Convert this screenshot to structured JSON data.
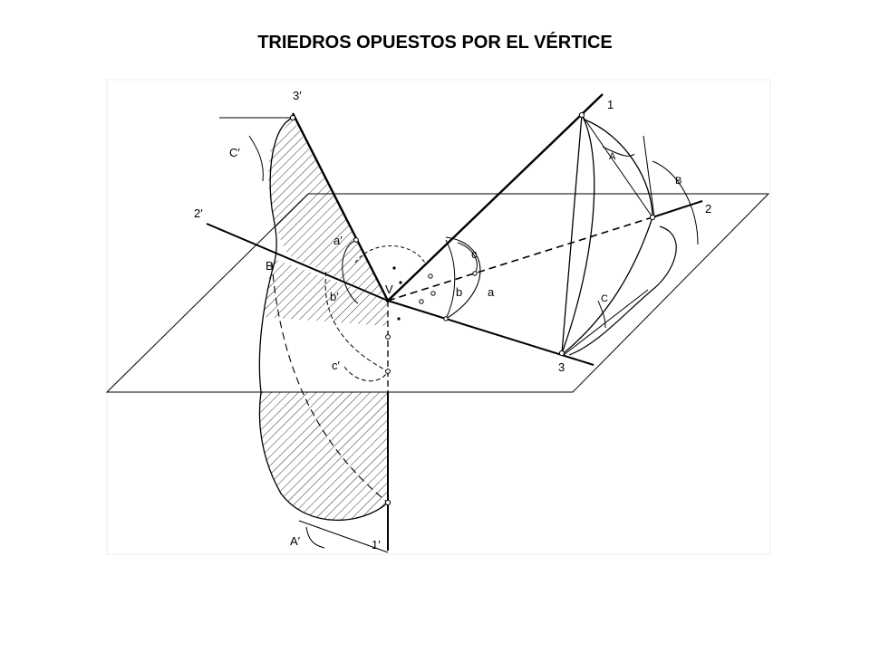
{
  "title": "TRIEDROS OPUESTOS POR EL VÉRTICE",
  "labels": {
    "edge_1": "1",
    "edge_2": "2",
    "edge_3": "3",
    "edge_1p": "1′",
    "edge_2p": "2′",
    "edge_3p": "3′",
    "vertex": "V",
    "face_a": "a",
    "face_b": "b",
    "face_c": "c",
    "face_ap": "a′",
    "face_bp": "b′",
    "face_cp": "c′",
    "dihedral_A": "A",
    "dihedral_B": "B",
    "dihedral_C": "C",
    "dihedral_Ap": "A′",
    "dihedral_Bp": "B′",
    "dihedral_Cp": "C′"
  },
  "colors": {
    "ink": "#000000",
    "paper": "#ffffff",
    "frame": "#f2f2f2"
  }
}
